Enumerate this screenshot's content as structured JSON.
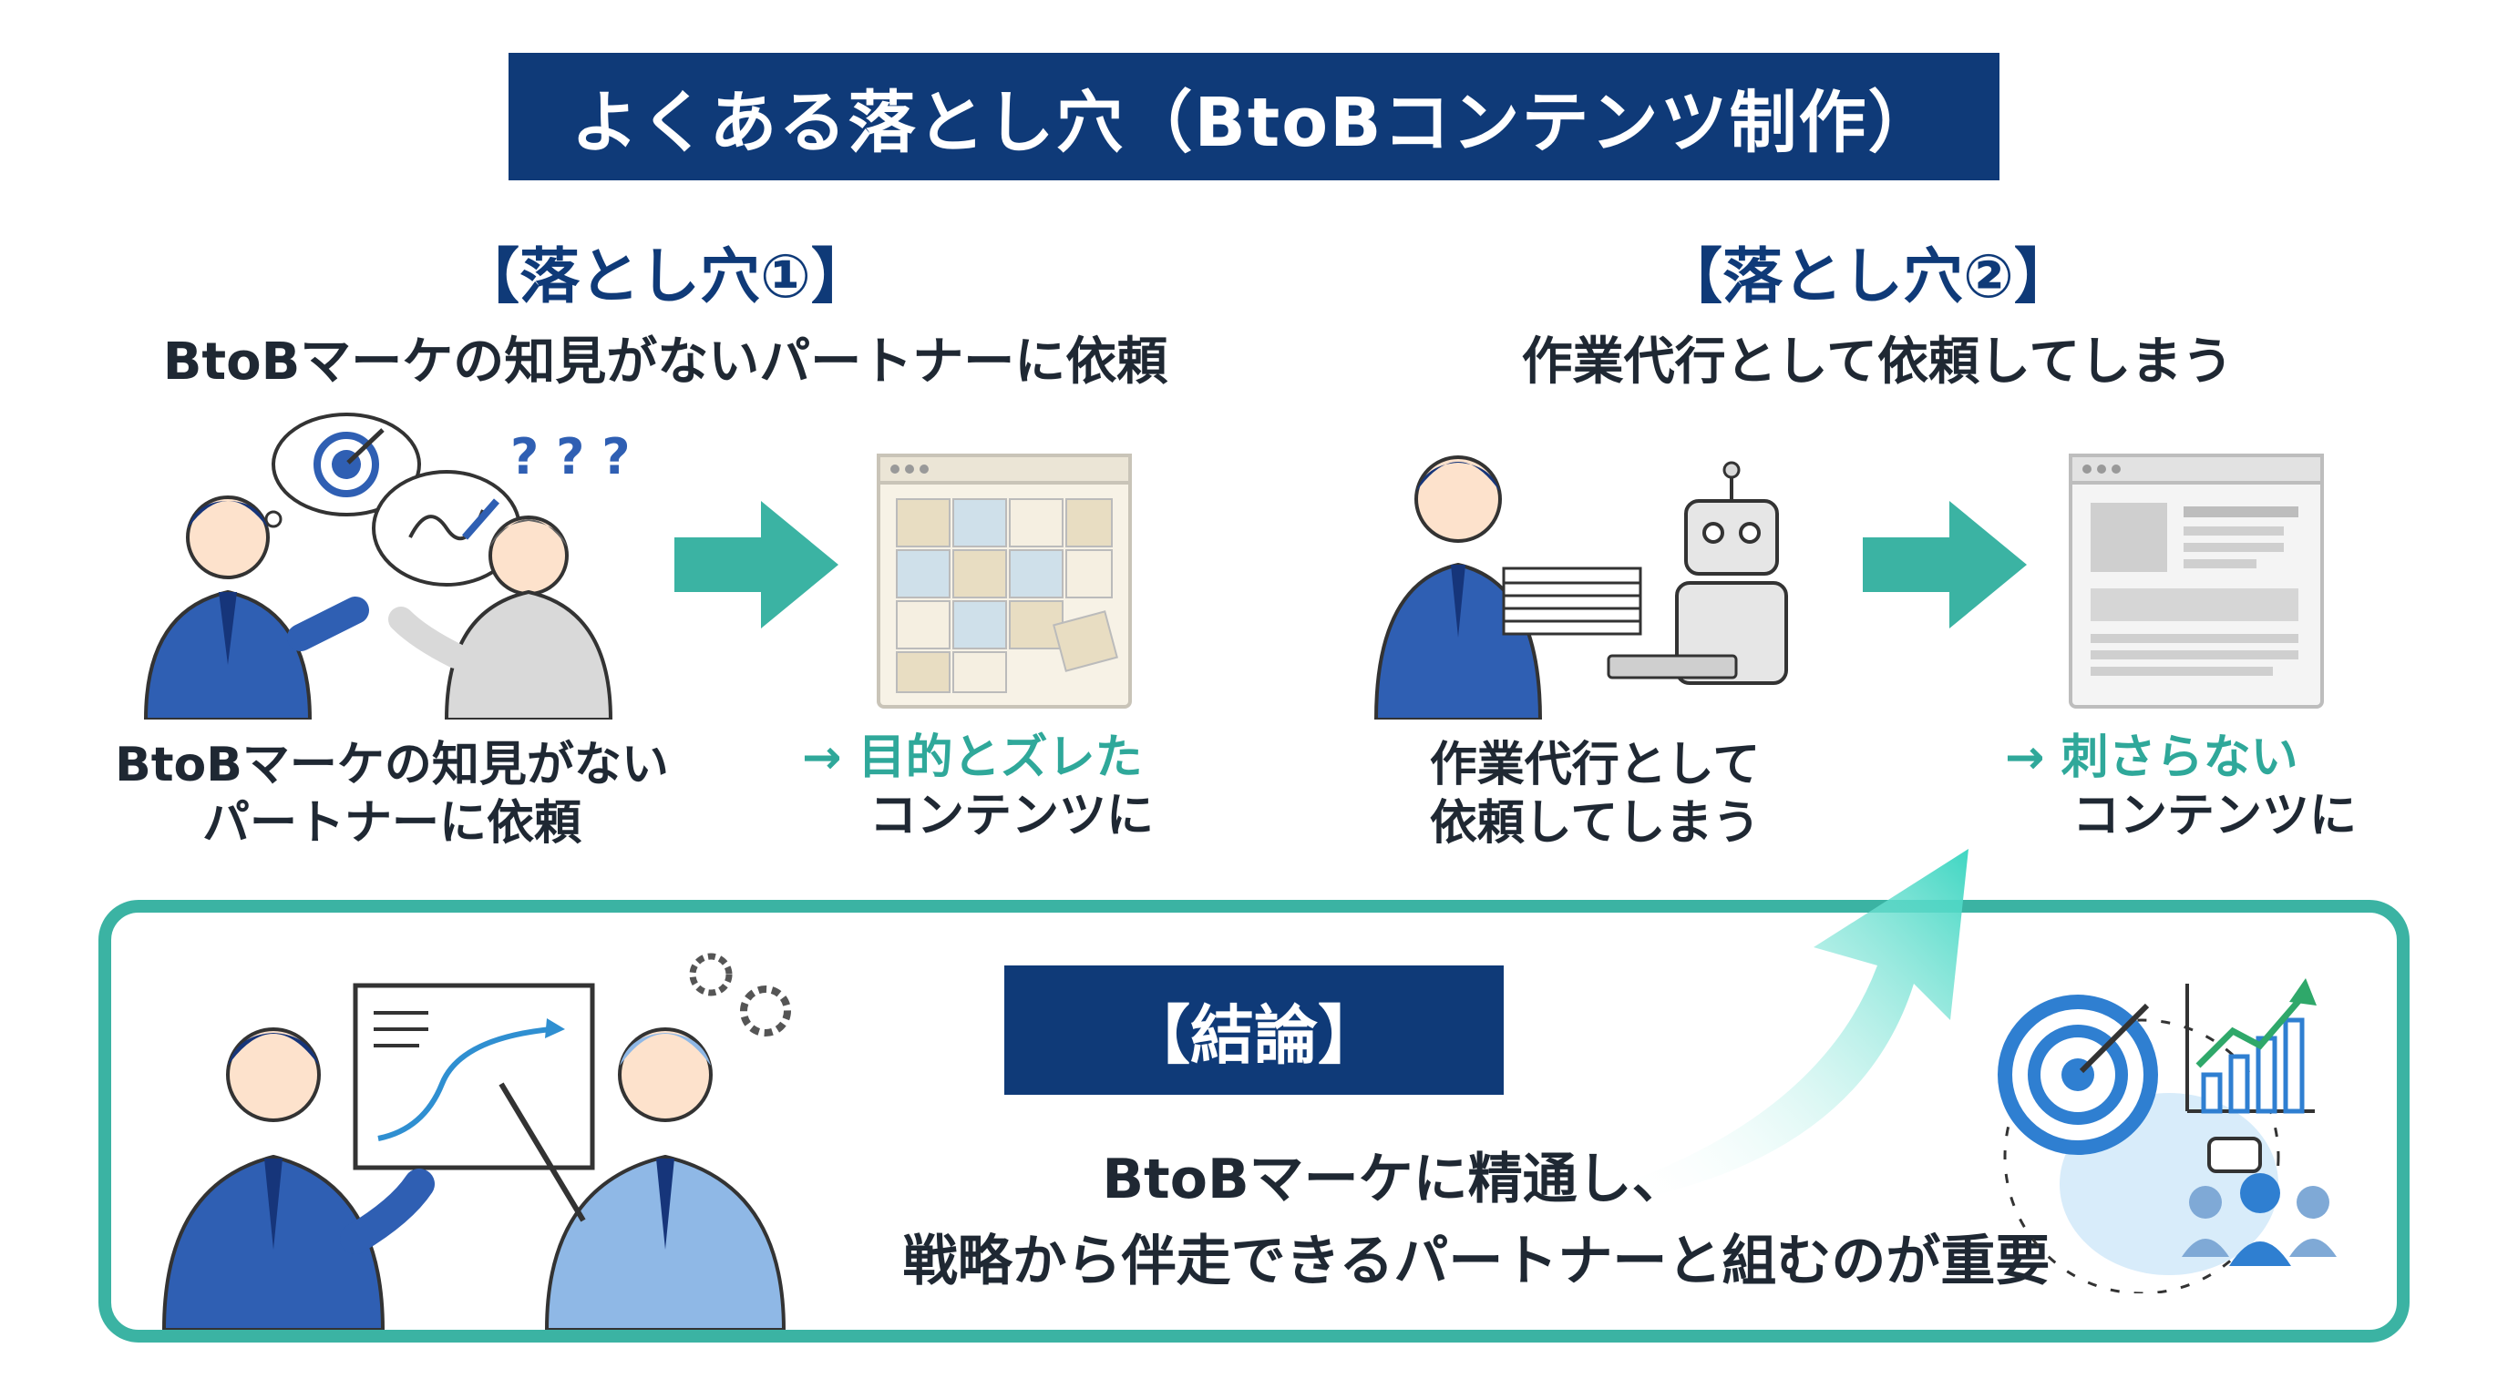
{
  "title": "よくある落とし穴（BtoBコンテンツ制作）",
  "pitfall1": {
    "label": "【落とし穴①】",
    "subtitle": "BtoBマーケの知見がないパートナーに依頼",
    "caption_left_line1": "BtoBマーケの知見がない",
    "caption_left_line2": "パートナーに依頼",
    "caption_right_line1": "→ 目的とズレた",
    "caption_right_line2": "コンテンツに"
  },
  "pitfall2": {
    "label": "【落とし穴②】",
    "subtitle": "作業代行として依頼してしまう",
    "caption_left_line1": "作業代行として",
    "caption_left_line2": "依頼してしまう",
    "caption_right_line1": "→ 刺さらない",
    "caption_right_line2": "コンテンツに"
  },
  "conclusion": {
    "label": "【結論】",
    "line1": "BtoBマーケに精通し、",
    "line2": "戦略から伴走できるパートナーと組むのが重要"
  },
  "question_marks": "? ? ?",
  "colors": {
    "navy": "#0f3a78",
    "teal": "#3bb3a3",
    "suit_blue": "#2f5fb3",
    "light_blue": "#8fb8e6"
  }
}
